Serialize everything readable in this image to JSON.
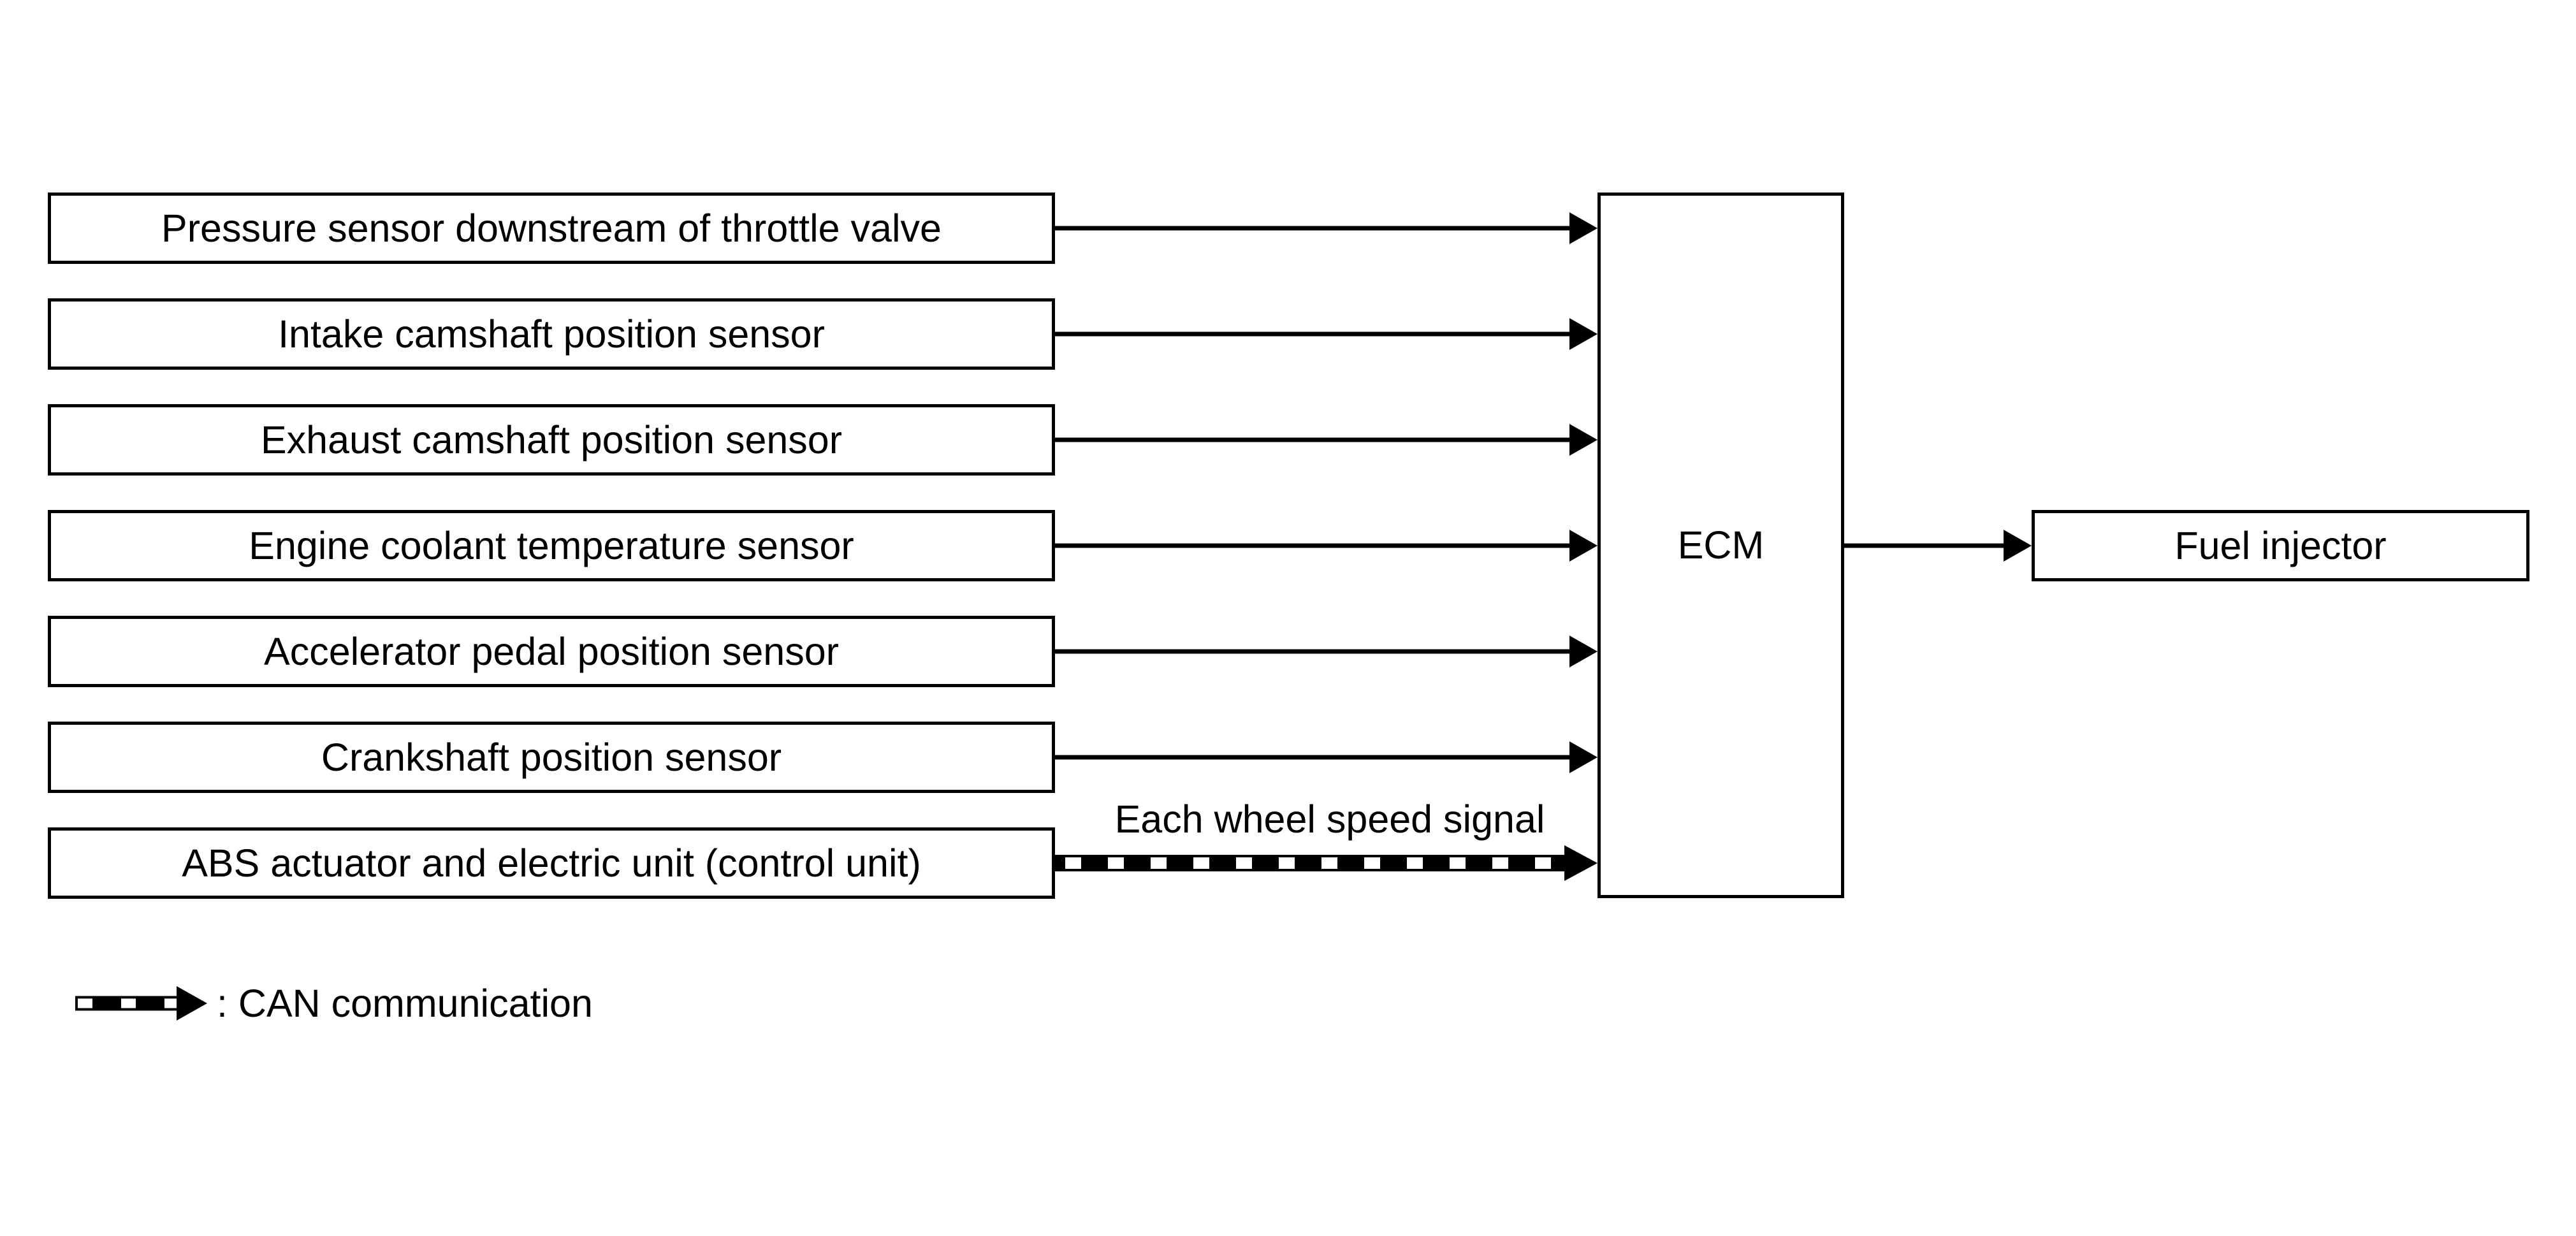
{
  "diagram": {
    "sensor_boxes": [
      {
        "label": "Pressure sensor downstream of throttle valve"
      },
      {
        "label": "Intake camshaft position sensor"
      },
      {
        "label": "Exhaust camshaft position sensor"
      },
      {
        "label": "Engine coolant temperature sensor"
      },
      {
        "label": "Accelerator pedal position sensor"
      },
      {
        "label": "Crankshaft position sensor"
      },
      {
        "label": "ABS actuator and electric unit (control unit)"
      }
    ],
    "ecm_label": "ECM",
    "fuel_injector_label": "Fuel injector",
    "wheel_speed_signal_label": "Each wheel speed signal",
    "legend_can_label": ": CAN communication"
  },
  "colors": {
    "foreground": "#000000",
    "background": "#ffffff"
  }
}
